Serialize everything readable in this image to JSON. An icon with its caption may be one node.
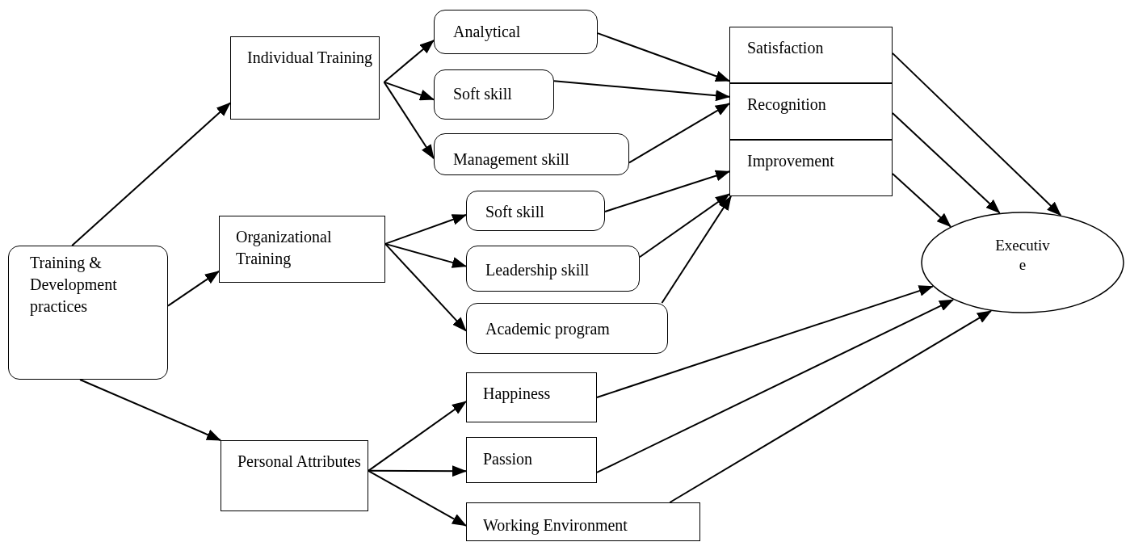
{
  "diagram": {
    "nodes": [
      {
        "text": [
          "Training & Development practices"
        ]
      },
      {
        "text": [
          "Individual Training"
        ]
      },
      {
        "text": [
          "Organizational Training"
        ]
      },
      {
        "text": [
          "Personal Attributes"
        ]
      },
      {
        "text": [
          "Analytical"
        ]
      },
      {
        "text": [
          "Soft skill"
        ]
      },
      {
        "text": [
          "Management skill"
        ]
      },
      {
        "text": [
          "Soft skill"
        ]
      },
      {
        "text": [
          "Leadership skill"
        ]
      },
      {
        "text": [
          "Academic program"
        ]
      },
      {
        "text": [
          "Happiness"
        ]
      },
      {
        "text": [
          "Passion"
        ]
      },
      {
        "text": [
          "Working Environment"
        ]
      },
      {
        "text": [
          "Satisfaction"
        ]
      },
      {
        "text": [
          "Recognition"
        ]
      },
      {
        "text": [
          "Improvement"
        ]
      },
      {
        "text": [
          "Executiv e"
        ]
      }
    ],
    "edges": [
      {
        "from": 0,
        "to": 1,
        "arrow": "to"
      },
      {
        "from": 0,
        "to": 2,
        "arrow": "to"
      },
      {
        "from": 0,
        "to": 3,
        "arrow": "to"
      },
      {
        "from": 1,
        "to": 4,
        "arrow": "to"
      },
      {
        "from": 1,
        "to": 5,
        "arrow": "to"
      },
      {
        "from": 1,
        "to": 6,
        "arrow": "to"
      },
      {
        "from": 2,
        "to": 7,
        "arrow": "to"
      },
      {
        "from": 2,
        "to": 8,
        "arrow": "to"
      },
      {
        "from": 2,
        "to": 9,
        "arrow": "to"
      },
      {
        "from": 3,
        "to": 10,
        "arrow": "to"
      },
      {
        "from": 3,
        "to": 11,
        "arrow": "to"
      },
      {
        "from": 3,
        "to": 12,
        "arrow": "to"
      },
      {
        "from": 4,
        "to": 13,
        "arrow": "to"
      },
      {
        "from": 5,
        "to": 14,
        "arrow": "to"
      },
      {
        "from": 6,
        "to": 14,
        "arrow": "to"
      },
      {
        "from": 7,
        "to": 15,
        "arrow": "to"
      },
      {
        "from": 8,
        "to": 15,
        "arrow": "to"
      },
      {
        "from": 9,
        "to": 15,
        "arrow": "to"
      },
      {
        "from": 13,
        "to": 16,
        "arrow": "to"
      },
      {
        "from": 14,
        "to": 16,
        "arrow": "to"
      },
      {
        "from": 15,
        "to": 16,
        "arrow": "to"
      },
      {
        "from": 10,
        "to": 16,
        "arrow": "to"
      },
      {
        "from": 11,
        "to": 16,
        "arrow": "to"
      },
      {
        "from": 12,
        "to": 16,
        "arrow": "to"
      }
    ]
  }
}
